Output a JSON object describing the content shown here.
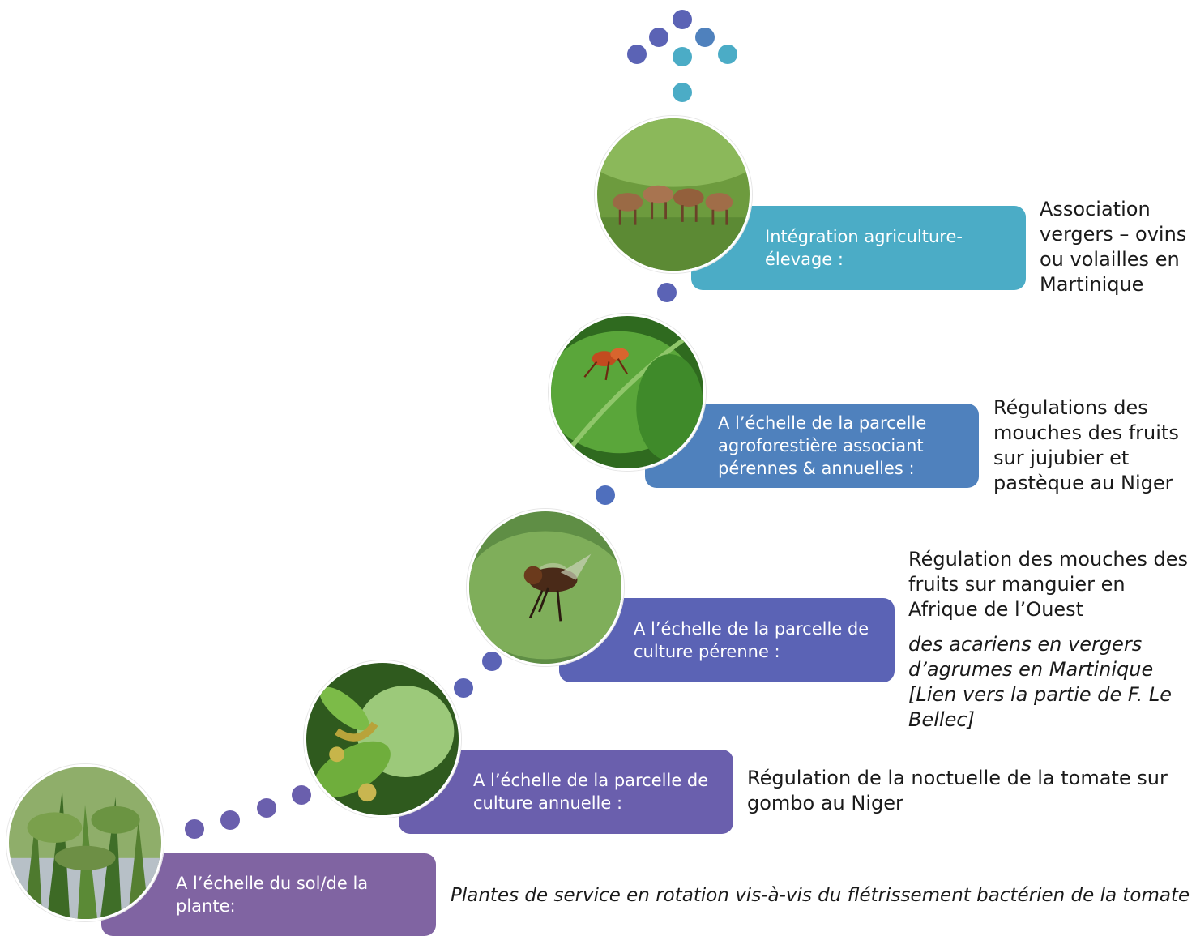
{
  "levels": [
    {
      "label": "A l’échelle du sol/de la plante:",
      "description": "Plantes de service en rotation vis-à-vis du flétrissement bactérien de la tomate",
      "photo_icon": "plants-field-photo",
      "box_color": "#8064a2"
    },
    {
      "label": "A l’échelle de la parcelle de culture annuelle :",
      "description": "Régulation de la noctuelle de la tomate sur gombo au Niger",
      "photo_icon": "caterpillar-leaf-photo",
      "box_color": "#6a5fad"
    },
    {
      "label": "A l’échelle de la parcelle de culture pérenne :",
      "description": "Régulation des mouches des fruits sur manguier en Afrique de l’Ouest",
      "description_italic": "des acariens en vergers d’agrumes en Martinique [Lien vers la partie de F. Le Bellec]",
      "photo_icon": "fruit-fly-photo",
      "box_color": "#5b63b5"
    },
    {
      "label": "A l’échelle de la parcelle agroforestière associant pérennes & annuelles :",
      "description": "Régulations des mouches des fruits sur jujubier et pastèque au Niger",
      "photo_icon": "ant-on-leaf-photo",
      "box_color": "#4f81bd"
    },
    {
      "label": "Intégration agriculture-élevage :",
      "description": "Association vergers – ovins ou volailles en Martinique",
      "photo_icon": "sheep-orchard-photo",
      "box_color": "#4bacc6"
    }
  ],
  "colors": {
    "dot_purple": "#6a5fad",
    "dot_indigo": "#5b63b5",
    "dot_blue": "#4f6fbd",
    "dot_teal": "#4bacc6"
  }
}
